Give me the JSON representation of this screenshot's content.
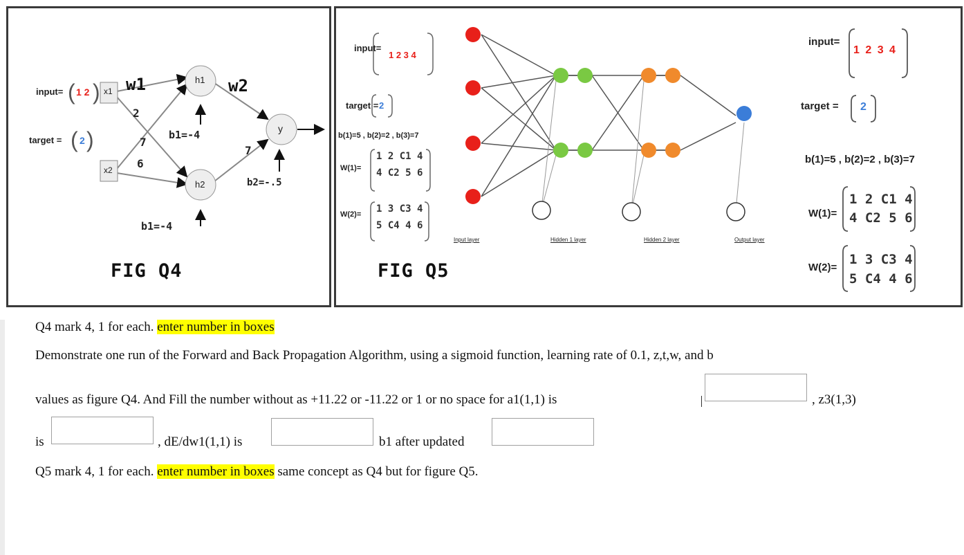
{
  "fig_q4": {
    "caption": "FIG Q4",
    "input_label": "input=",
    "input_values": "1 2",
    "target_label": "target =",
    "target_value": "2",
    "x1": "x1",
    "x2": "x2",
    "w1": "w1",
    "w2": "w2",
    "weight_2": "2",
    "weight_7a": "7",
    "weight_6": "6",
    "weight_7b": "7",
    "h1": "h1",
    "h2": "h2",
    "y": "y",
    "b1_upper": "b1=-4",
    "b1_lower": "b1=-4",
    "b2": "b2=-.5"
  },
  "fig_q5": {
    "caption": "FIG Q5",
    "input_label": "input=",
    "input_values": "1 2 3 4",
    "target_label": "target =",
    "target_value": "2",
    "biases": "b(1)=5 , b(2)=2 , b(3)=7",
    "w1_label": "W(1)=",
    "w1_row1": "1 2 C1 4",
    "w1_row2": "4 C2 5 6",
    "w2_label": "W(2)=",
    "w2_row1": "1 3 C3 4",
    "w2_row2": "5 C4 4 6",
    "layer_labels": [
      "Input layer",
      "Hidden 1 layer",
      "Hidden 2 layer",
      "Output layer"
    ],
    "right_input_label": "input=",
    "right_input_values": "1 2 3 4",
    "right_target_label": "target =",
    "right_target_value": "2",
    "right_biases": "b(1)=5 , b(2)=2 , b(3)=7",
    "right_w1_label": "W(1)=",
    "right_w1_row1": "1 2 C1 4",
    "right_w1_row2": "4 C2 5 6",
    "right_w2_label": "W(2)=",
    "right_w2_row1": "1 3 C3 4",
    "right_w2_row2": "5 C4 4 6"
  },
  "question": {
    "q4_heading": "Q4 mark 4, 1 for each.",
    "q4_highlight": "enter number in boxes",
    "line1": "Demonstrate one run of the Forward and Back Propagation Algorithm, using a sigmoid function, learning rate of 0.1, z,t,w, and b",
    "line2_pre": "values as figure Q4. And Fill the number without as +11.22 or -11.22 or 1 or no space for a1(1,1) is",
    "line2_post": ", z3(1,3)",
    "line3_is": "is",
    "line3_dedw": ", dE/dw1(1,1) is",
    "line3_b1": "b1 after updated",
    "q5_heading": "Q5 mark 4, 1 for each.",
    "q5_highlight": "enter number in boxes",
    "q5_tail": "same concept as Q4 but for figure Q5."
  },
  "answers": {
    "a1_11": "",
    "z3_13": "",
    "dEdw1_11": "",
    "b1_updated": ""
  },
  "colors": {
    "highlight": "#ffff00",
    "input_node": "#e8201a",
    "hidden1_node": "#7ac943",
    "hidden2_node": "#f08a2c",
    "output_node": "#3b7dd8",
    "border": "#3a3a3a"
  }
}
